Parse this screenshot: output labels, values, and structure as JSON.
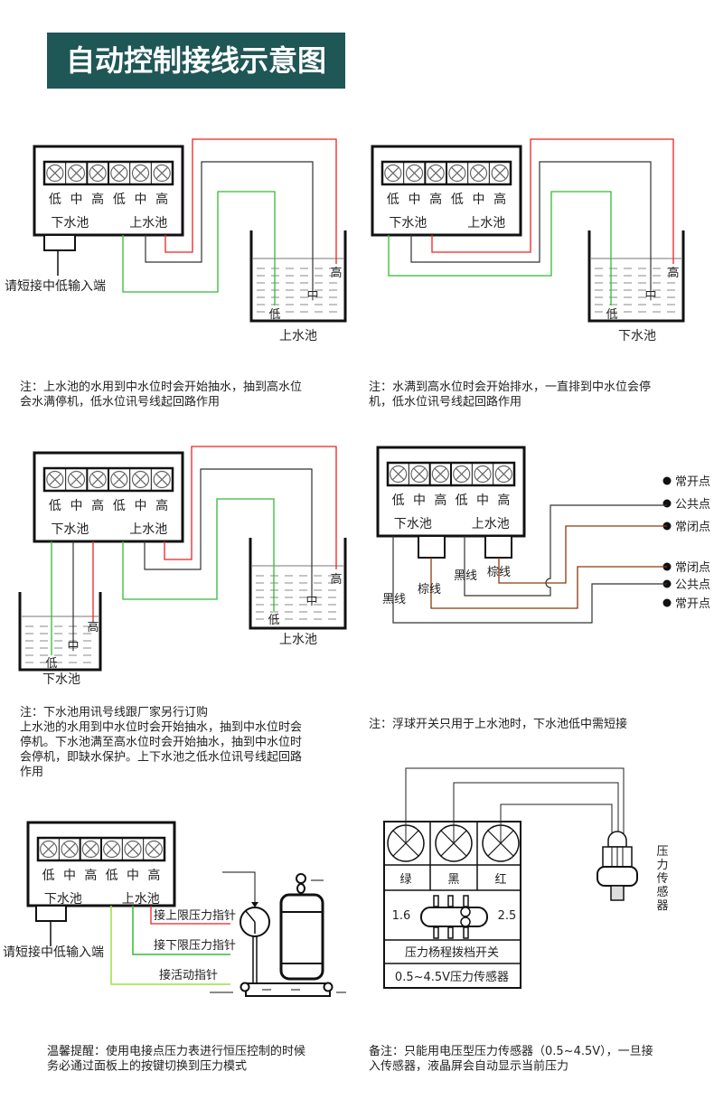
{
  "title": "自动控制接线示意图",
  "colors": {
    "title_bg": "#1f5656",
    "red": "#ee2222",
    "green": "#33bb33",
    "light_green": "#99e044",
    "brown": "#8b3a0a",
    "wire": "#333333"
  },
  "terminal_labels": [
    "低",
    "中",
    "高",
    "低",
    "中",
    "高"
  ],
  "pool_labels": {
    "lower": "下水池",
    "upper": "上水池"
  },
  "level_labels": {
    "high": "高",
    "mid": "中",
    "low": "低"
  },
  "short_input_label": "请短接中低输入端",
  "panel1": {
    "tank_caption": "上水池",
    "note": [
      "注：上水池的水用到中水位时会开始抽水，抽到高水位",
      "会水满停机，低水位讯号线起回路作用"
    ]
  },
  "panel2": {
    "tank_caption": "下水池",
    "note": [
      "注：水满到高水位时会开始排水，一直排到中水位会停",
      "机，低水位讯号线起回路作用"
    ]
  },
  "panel3": {
    "lower_caption": "下水池",
    "upper_caption": "上水池",
    "note": [
      "注：下水池用讯号线跟厂家另行订购",
      "上水池的水用到中水位时会开始抽水，抽到中水位时会",
      "停机。下水池满至高水位时会开始抽水，抽到中水位时",
      "会停机，即缺水保护。上下水池之低水位讯号线起回路",
      "作用"
    ]
  },
  "panel4": {
    "contacts": [
      "常开点",
      "公共点",
      "常闭点",
      "常闭点",
      "公共点",
      "常开点"
    ],
    "wire_labels": [
      "黑线",
      "棕线",
      "黑线",
      "棕线"
    ],
    "note": [
      "注：浮球开关只用于上水池时，下水池低中需短接"
    ]
  },
  "panel5": {
    "wire_labels": [
      "接上限压力指针",
      "接下限压力指针",
      "接活动指针"
    ],
    "note": [
      "温馨提醒：使用电接点压力表进行恒压控制的时候",
      "务必通过面板上的按键切换到压力模式"
    ]
  },
  "panel6": {
    "terminals": [
      "绿",
      "黑",
      "红"
    ],
    "range_low": "1.6",
    "range_high": "2.5",
    "switch_label": "压力杨程拨档开关",
    "sensor_label": "0.5~4.5V压力传感器",
    "sensor_caption": [
      "压",
      "力",
      "传",
      "感",
      "器"
    ],
    "note": [
      "备注：只能用电压型压力传感器（0.5~4.5V），一旦接",
      "入传感器，液晶屏会自动显示当前压力"
    ]
  }
}
